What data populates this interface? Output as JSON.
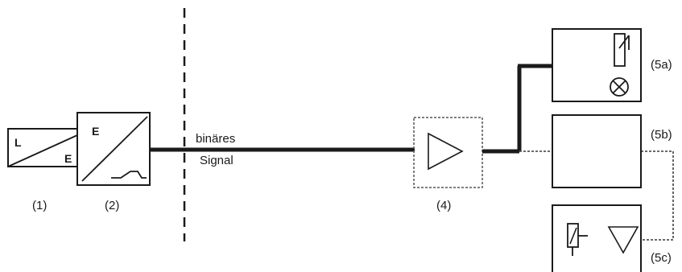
{
  "labels": {
    "sensor_number": "(1)",
    "converter_number": "(2)",
    "amplifier_number": "(4)",
    "output_a": "(5a)",
    "output_b": "(5b)",
    "output_c": "(5c)"
  },
  "sensor_box": {
    "letter_top": "L",
    "letter_bottom": "E"
  },
  "converter_box": {
    "letter_top": "E"
  },
  "signal": {
    "line1": "binäres",
    "line2": "Signal"
  },
  "colors": {
    "ink": "#1a1a1a",
    "dash": "#555555",
    "background": "#ffffff"
  }
}
